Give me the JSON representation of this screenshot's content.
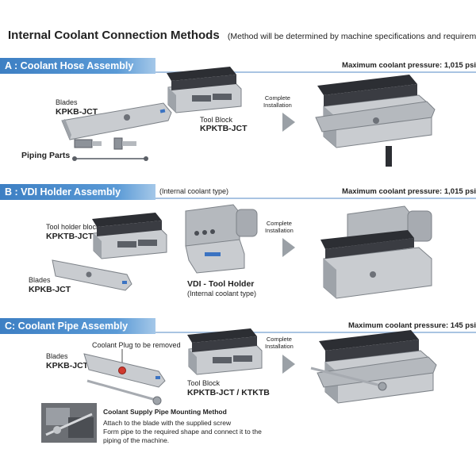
{
  "header": {
    "title": "Internal Coolant Connection Methods",
    "note": "(Method will be determined by machine specifications and requirements)"
  },
  "section_a": {
    "tab": "A : Coolant Hose Assembly",
    "pressure": "Maximum coolant pressure: 1,015 psi",
    "blades_label": "Blades",
    "blades_code": "KPKB-JCT",
    "block_label": "Tool Block",
    "block_code": "KPKTB-JCT",
    "piping_label": "Piping Parts",
    "complete_line1": "Complete",
    "complete_line2": "Installation"
  },
  "section_b": {
    "tab": "B : VDI Holder Assembly",
    "note": "(Internal coolant type)",
    "pressure": "Maximum coolant pressure: 1,015 psi",
    "block_label": "Tool holder block",
    "block_code": "KPKTB-JCT",
    "blades_label": "Blades",
    "blades_code": "KPKB-JCT",
    "vdi_label": "VDI - Tool Holder",
    "vdi_note": "(Internal coolant type)",
    "complete_line1": "Complete",
    "complete_line2": "Installation"
  },
  "section_c": {
    "tab": "C: Coolant Pipe Assembly",
    "pressure": "Maximum coolant pressure: 145 psi",
    "blades_label": "Blades",
    "blades_code": "KPKB-JCT",
    "plug_label": "Coolant Plug to be removed",
    "block_label": "Tool Block",
    "block_code": "KPKTB-JCT / KTKTB",
    "complete_line1": "Complete",
    "complete_line2": "Installation",
    "mount_title": "Coolant Supply Pipe Mounting Method",
    "mount_line1": "Attach to the blade with the supplied screw",
    "mount_line2": "Form pipe to the required shape and connect it to the",
    "mount_line3": "piping of the machine."
  },
  "colors": {
    "tab_blue": "#3d7fc3",
    "rule_blue": "#a9c4e2",
    "metal_light": "#c9ccd0",
    "metal_dark": "#5b5f66",
    "clamp_black": "#2c2e33",
    "arrow_grey": "#9aa0a6"
  }
}
